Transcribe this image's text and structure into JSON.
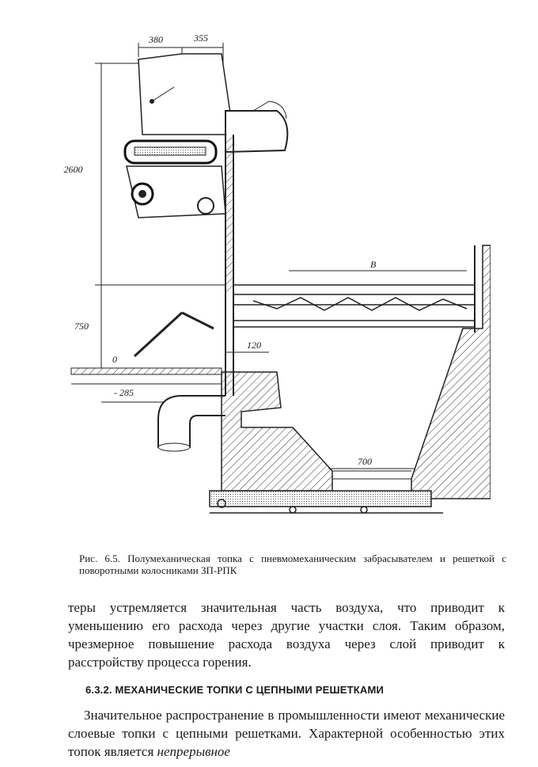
{
  "figure": {
    "dimensions": {
      "d380": "380",
      "d355": "355",
      "d2600": "~2600",
      "d750": "750",
      "d0": "0",
      "d120": "120",
      "dB": "В",
      "d285": "- 285",
      "d700": "700"
    }
  },
  "caption": {
    "text": "Рис. 6.5. Полумеханическая топка с пневмомеханическим забрасывателем и решеткой с поворотными колосниками ЗП-РПК"
  },
  "paragraph1": "теры устремляется значительная часть воздуха, что приводит к уменьшению его расхода через другие участки слоя. Таким образом, чрезмерное повышение расхода воздуха через слой приводит к расстройству процесса горения.",
  "section_heading": "6.3.2. МЕХАНИЧЕСКИЕ ТОПКИ С ЦЕПНЫМИ РЕШЕТКАМИ",
  "paragraph2": {
    "start": "Значительное распространение в промышленности имеют механические слоевые топки с цепными решетками. Характерной особенностью этих топок является ",
    "emphasis": "непрерывное"
  }
}
